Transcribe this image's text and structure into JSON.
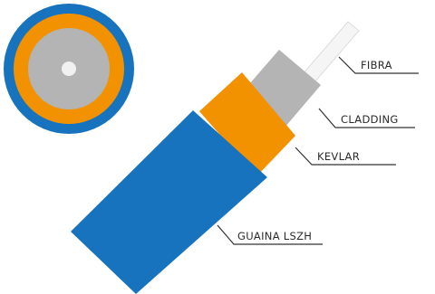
{
  "labels": {
    "fibra": "FIBRA",
    "cladding": "CLADDING",
    "kevlar": "KEVLAR",
    "guaina": "GUAINA LSZH"
  },
  "colors": {
    "jacket": "#1773be",
    "kevlar": "#f39200",
    "cladding": "#b4b4b4",
    "fiber": "#f1f1f1",
    "leader": "#333333",
    "text": "#2b2b2b"
  }
}
